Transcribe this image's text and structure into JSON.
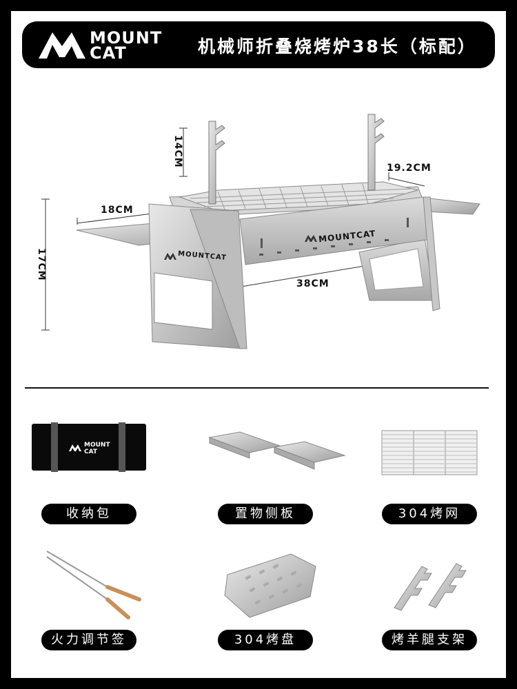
{
  "header": {
    "brand_line1": "MOUNT",
    "brand_line2": "CAT",
    "title": "机械师折叠烧烤炉38长（标配）"
  },
  "product": {
    "body_logo": "MOUNTCAT",
    "leg_logo": "MOUNTCAT"
  },
  "dimensions": {
    "rack_height": "14CM",
    "side_shelf_width": "18CM",
    "side_shelf_depth": "19.2CM",
    "total_height": "17CM",
    "body_length": "38CM"
  },
  "accessories": [
    {
      "label": "收纳包",
      "bag_logo_line1": "MOUNT",
      "bag_logo_line2": "CAT"
    },
    {
      "label": "置物侧板"
    },
    {
      "label": "304烤网"
    },
    {
      "label": "火力调节签"
    },
    {
      "label": "304烤盘"
    },
    {
      "label": "烤羊腿支架"
    }
  ],
  "colors": {
    "background": "#000000",
    "panel": "#ffffff",
    "steel": "#c9c9c9",
    "wood": "#d9a86a"
  }
}
